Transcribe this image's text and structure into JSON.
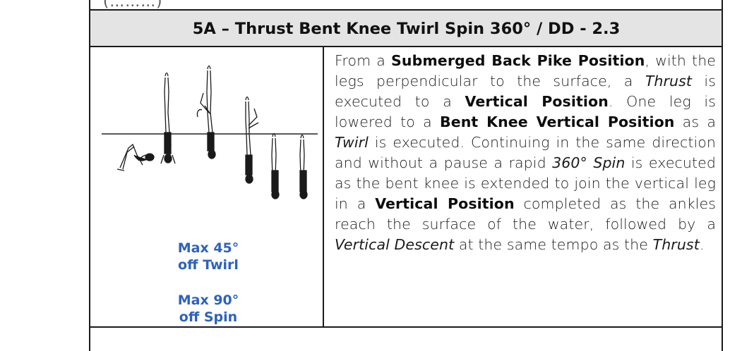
{
  "top_fragment": "(………)",
  "header": {
    "title": "5A – Thrust Bent Knee Twirl Spin 360° / DD - 2.3"
  },
  "figure": {
    "icon": "synchronized-swimmer-sequence",
    "notes": [
      {
        "line1": "Max 45°",
        "line2": "off Twirl"
      },
      {
        "line1": "Max 90°",
        "line2": "off Spin"
      }
    ],
    "note_color": "#2f62b8"
  },
  "description": {
    "segments": [
      {
        "t": "From a ",
        "s": "normal"
      },
      {
        "t": "Submerged Back Pike Position",
        "s": "bold"
      },
      {
        "t": ", with the legs perpendicular to the surface, a ",
        "s": "normal"
      },
      {
        "t": "Thrust",
        "s": "italic"
      },
      {
        "t": " is executed to a ",
        "s": "normal"
      },
      {
        "t": "Vertical Position",
        "s": "bold"
      },
      {
        "t": ". One leg is lowered to a ",
        "s": "normal"
      },
      {
        "t": "Bent Knee Vertical Position",
        "s": "bold"
      },
      {
        "t": " as a ",
        "s": "normal"
      },
      {
        "t": "Twirl",
        "s": "italic"
      },
      {
        "t": " is executed. Continuing in the same direction and without a pause a rapid ",
        "s": "normal"
      },
      {
        "t": "360° Spin",
        "s": "italic"
      },
      {
        "t": " is executed as the bent knee is extended to join the vertical leg in a ",
        "s": "normal"
      },
      {
        "t": "Vertical Position",
        "s": "bold"
      },
      {
        "t": " completed as the ankles reach the surface of the water, followed by a ",
        "s": "normal"
      },
      {
        "t": "Vertical Descent",
        "s": "italic"
      },
      {
        "t": " at the same tempo as the ",
        "s": "normal"
      },
      {
        "t": "Thrust",
        "s": "italic"
      },
      {
        "t": ".",
        "s": "normal"
      }
    ]
  },
  "colors": {
    "header_bg": "#e4e4e4",
    "border": "#1a1a1a"
  }
}
